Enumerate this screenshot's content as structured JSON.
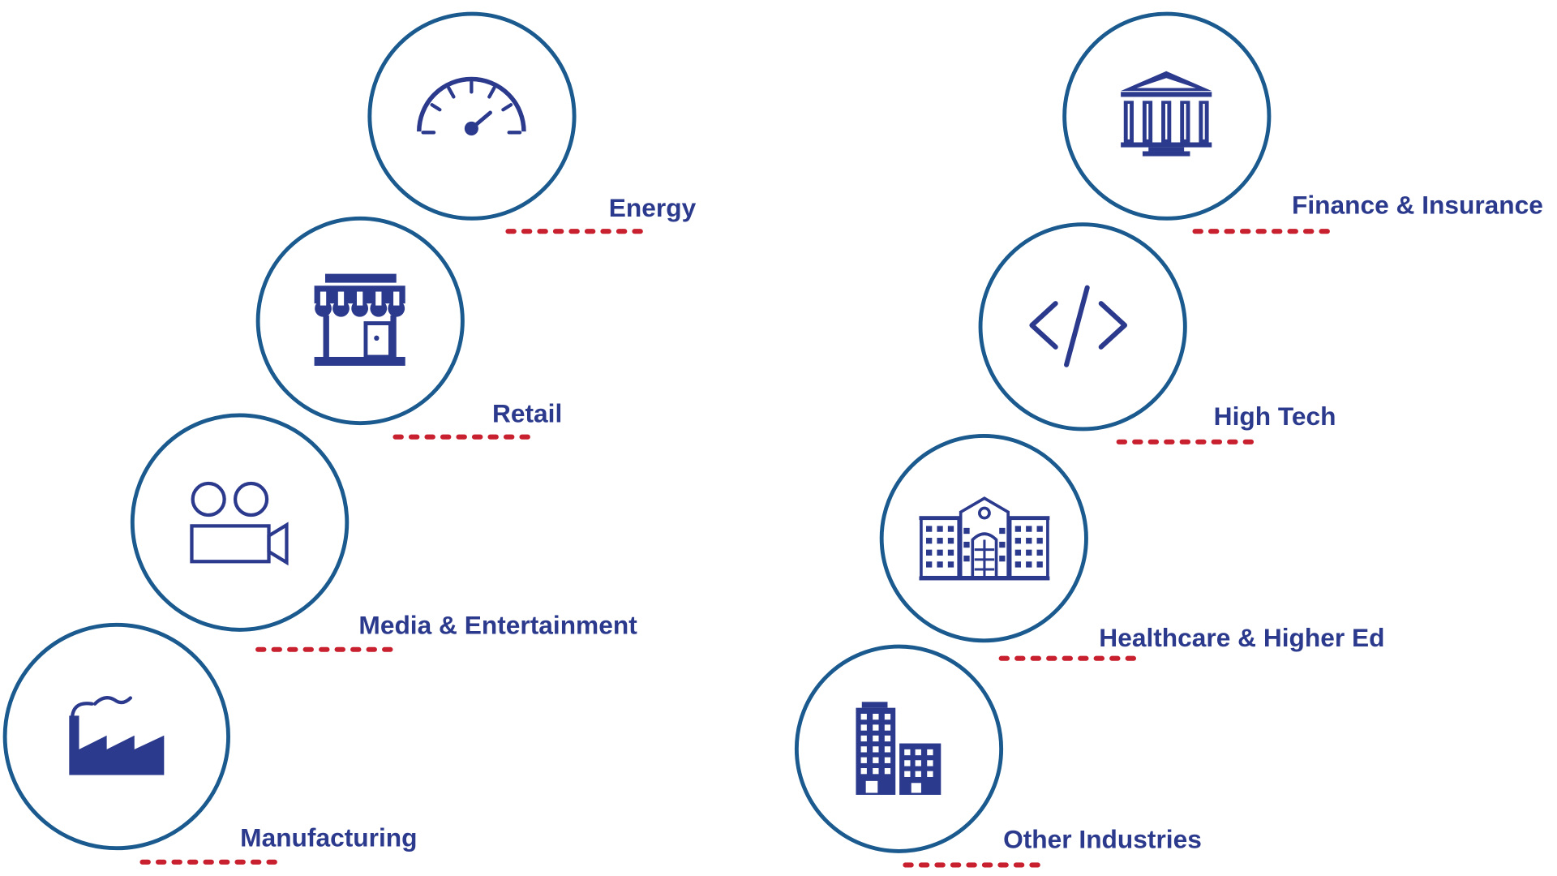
{
  "diagram": {
    "colors": {
      "ring": "#1b5a8e",
      "icon": "#2b3a8c",
      "label": "#2b3a8c",
      "underline": "#c8202e"
    },
    "industries": [
      {
        "id": "energy",
        "label": "Energy",
        "icon": "speedometer-icon"
      },
      {
        "id": "retail",
        "label": "Retail",
        "icon": "storefront-icon"
      },
      {
        "id": "media",
        "label": "Media & Entertainment",
        "icon": "video-camera-icon"
      },
      {
        "id": "manufacturing",
        "label": "Manufacturing",
        "icon": "factory-icon"
      },
      {
        "id": "finance",
        "label": "Finance & Insurance",
        "icon": "bank-building-icon"
      },
      {
        "id": "hightech",
        "label": "High Tech",
        "icon": "code-brackets-icon"
      },
      {
        "id": "healthcare",
        "label": "Healthcare & Higher Ed",
        "icon": "hospital-building-icon"
      },
      {
        "id": "other",
        "label": "Other Industries",
        "icon": "office-buildings-icon"
      }
    ]
  }
}
